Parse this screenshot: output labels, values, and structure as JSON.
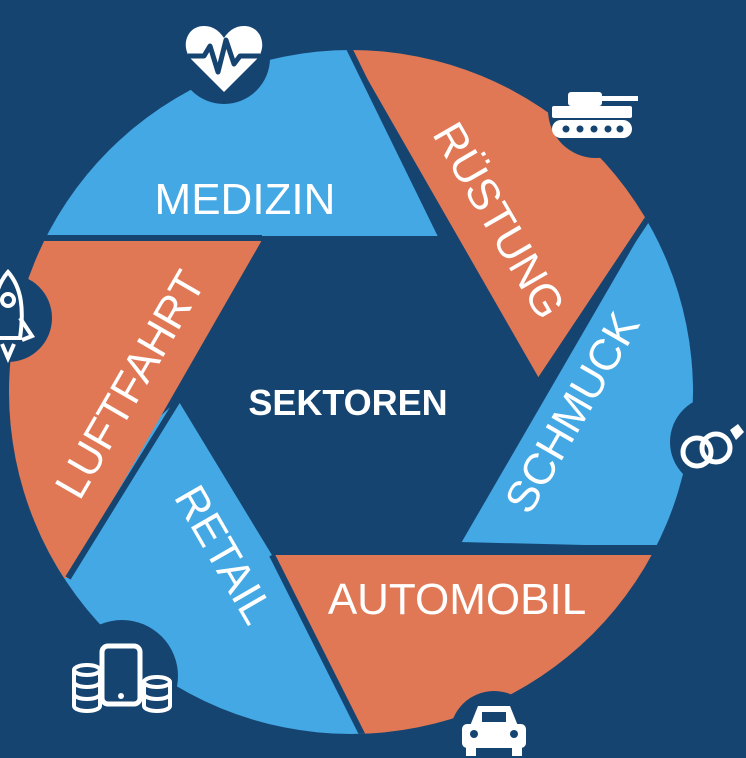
{
  "center_label": "SEKTOREN",
  "colors": {
    "background": "#164470",
    "blue": "#43a8e4",
    "orange": "#e07855",
    "icon_badge": "#164470",
    "icon": "#ffffff"
  },
  "segments": [
    {
      "id": "medizin",
      "label": "MEDIZIN",
      "color": "blue",
      "icon": "heartbeat-icon"
    },
    {
      "id": "ruestung",
      "label": "RÜSTUNG",
      "color": "orange",
      "icon": "tank-icon"
    },
    {
      "id": "schmuck",
      "label": "SCHMUCK",
      "color": "blue",
      "icon": "rings-icon"
    },
    {
      "id": "automobil",
      "label": "AUTOMOBIL",
      "color": "orange",
      "icon": "car-icon"
    },
    {
      "id": "retail",
      "label": "RETAIL",
      "color": "blue",
      "icon": "phone-coins-icon"
    },
    {
      "id": "luftfahrt",
      "label": "LUFTFAHRT",
      "color": "orange",
      "icon": "rocket-icon"
    }
  ]
}
